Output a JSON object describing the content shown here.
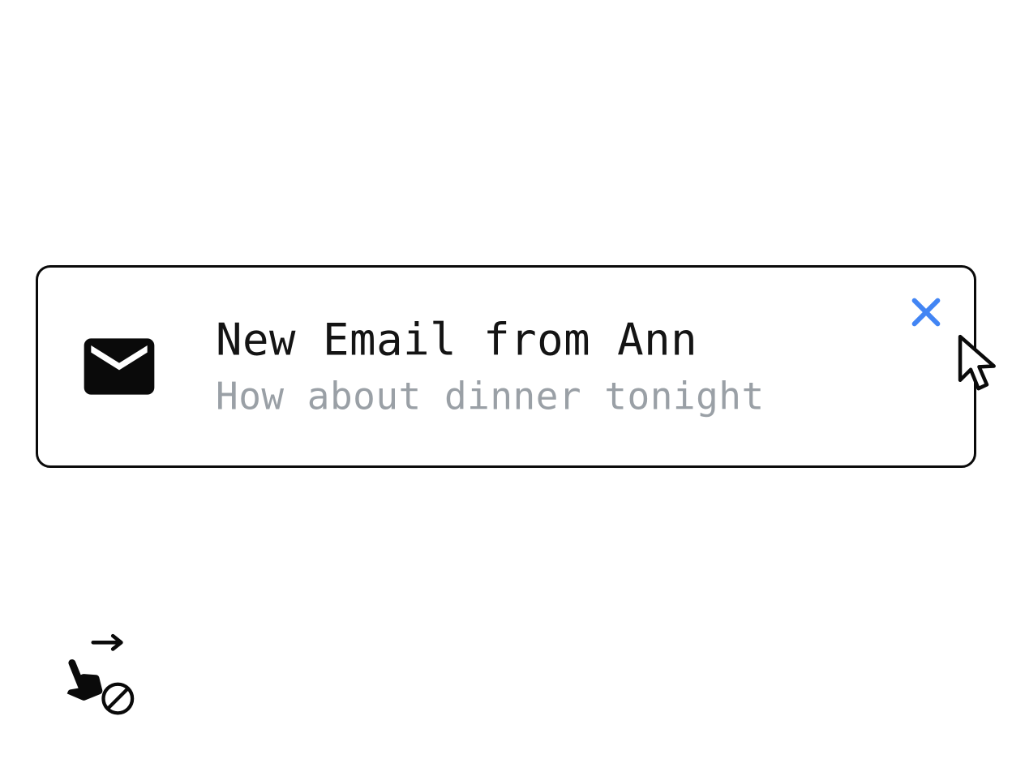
{
  "notification": {
    "title": "New Email from Ann",
    "subtitle": "How about dinner tonight",
    "close_label": "Close notification"
  },
  "icons": {
    "email": "email-icon",
    "close": "close-icon",
    "cursor": "cursor-icon",
    "swipe_disabled": "swipe-disabled-icon"
  },
  "colors": {
    "background": "#FFFFFF",
    "card_border": "#0A0A0A",
    "title_text": "#141414",
    "subtitle_text": "#9AA0A6",
    "icon_black": "#0A0A0A",
    "close_blue": "#4285F4"
  }
}
